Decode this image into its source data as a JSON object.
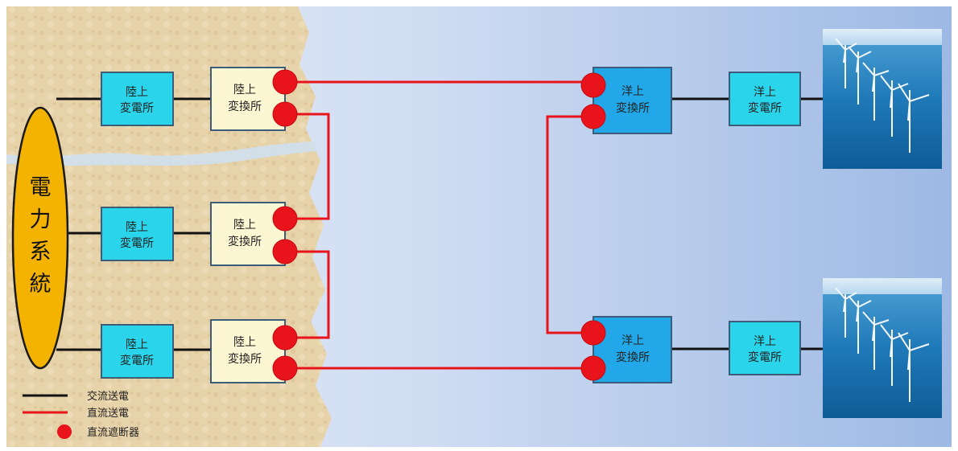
{
  "power_grid": {
    "label": "電力系統",
    "chars": [
      "電",
      "力",
      "系",
      "統"
    ]
  },
  "onshore_substations": [
    {
      "line1": "陸上",
      "line2": "変電所"
    },
    {
      "line1": "陸上",
      "line2": "変電所"
    },
    {
      "line1": "陸上",
      "line2": "変電所"
    }
  ],
  "onshore_converters": [
    {
      "line1": "陸上",
      "line2": "変換所"
    },
    {
      "line1": "陸上",
      "line2": "変換所"
    },
    {
      "line1": "陸上",
      "line2": "変換所"
    }
  ],
  "offshore_converters": [
    {
      "line1": "洋上",
      "line2": "変換所"
    },
    {
      "line1": "洋上",
      "line2": "変換所"
    }
  ],
  "offshore_substations": [
    {
      "line1": "洋上",
      "line2": "変電所"
    },
    {
      "line1": "洋上",
      "line2": "変電所"
    }
  ],
  "legend": {
    "ac": "交流送電",
    "dc": "直流送電",
    "breaker": "直流遮断器"
  },
  "colors": {
    "ac_line": "#111111",
    "dc_line": "#e8131b",
    "breaker": "#e8131b",
    "grid_fill": "#f5b301",
    "onshore_substation_fill": "#2ad4ea",
    "onshore_converter_fill": "#fcf7d2",
    "offshore_converter_fill": "#22a8e8",
    "offshore_substation_fill": "#2ad4ea",
    "land": "#e6d1a6",
    "sea_left": "#e6ecf8",
    "sea_right": "#9ebae4"
  }
}
